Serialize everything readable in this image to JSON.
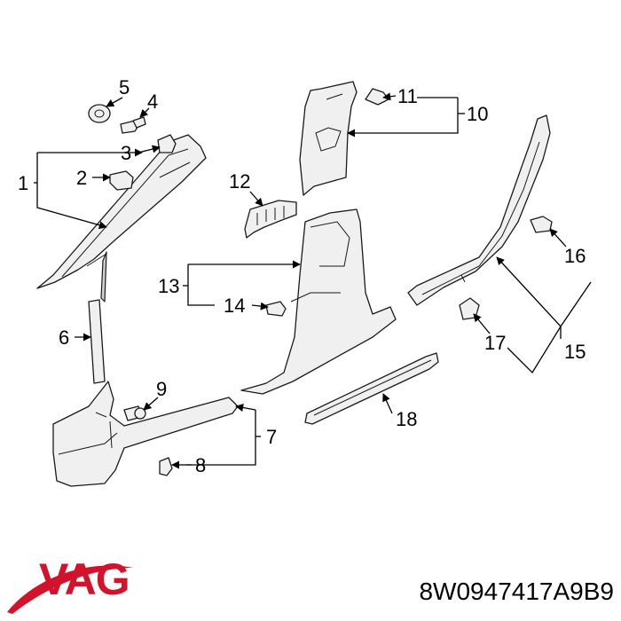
{
  "diagram": {
    "callouts": {
      "c1": "1",
      "c2": "2",
      "c3": "3",
      "c4": "4",
      "c5": "5",
      "c6": "6",
      "c7": "7",
      "c8": "8",
      "c9": "9",
      "c10": "10",
      "c11": "11",
      "c12": "12",
      "c13": "13",
      "c14": "14",
      "c15": "15",
      "c16": "16",
      "c17": "17",
      "c18": "18"
    }
  },
  "footer": {
    "brand": "VAG",
    "part_number": "8W0947417A9B9"
  },
  "colors": {
    "brand_red": "#d3122c",
    "line": "#1a1a1a",
    "part_fill": "#f0f0f0"
  }
}
